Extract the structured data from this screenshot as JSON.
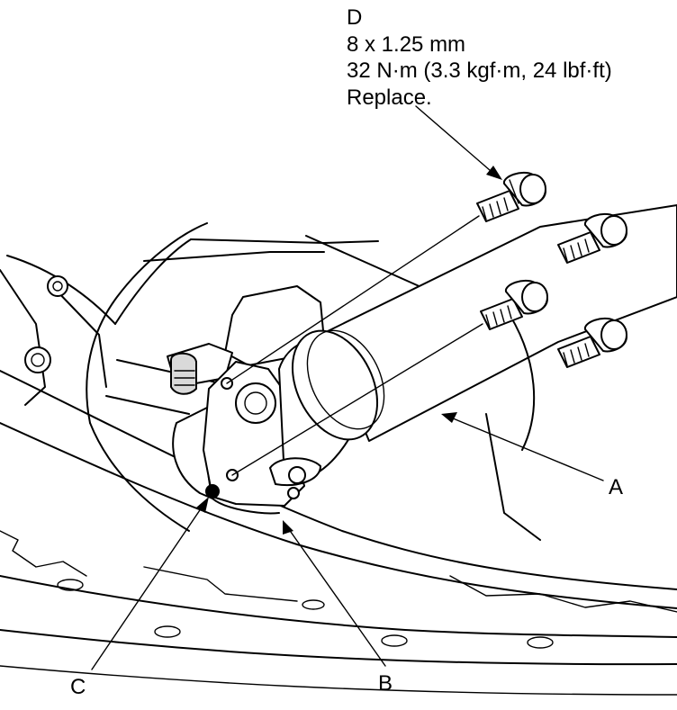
{
  "diagram": {
    "fastener": {
      "letter": "D",
      "size": "8 x 1.25 mm",
      "torque": "32 N·m (3.3 kgf·m, 24 lbf·ft)",
      "note": "Replace."
    },
    "callouts": {
      "a": "A",
      "b": "B",
      "c": "C"
    }
  }
}
